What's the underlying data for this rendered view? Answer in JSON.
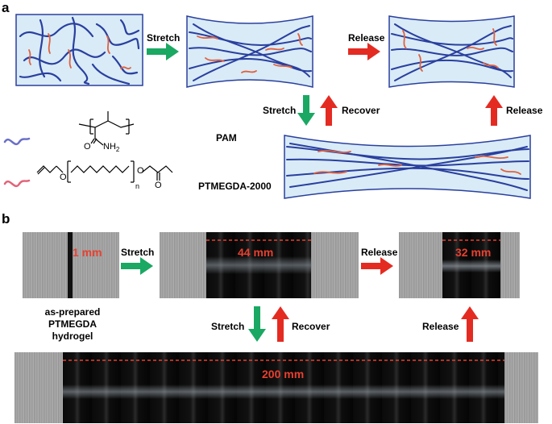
{
  "panels": {
    "a": "a",
    "b": "b"
  },
  "a": {
    "stretch_1": "Stretch",
    "release_1": "Release",
    "stretch_2": "Stretch",
    "recover": "Recover",
    "release_2": "Release",
    "pam_label": "PAM",
    "ptmegda_label": "PTMEGDA-2000",
    "chem_o1": "O",
    "chem_nh2": "NH",
    "chem_nh2_sub": "2",
    "chem_o2": "O",
    "chem_o3": "O",
    "chem_o4": "O",
    "chem_n": "n"
  },
  "b": {
    "gap_1": "1 mm",
    "stretch_1": "Stretch",
    "gap_44": "44 mm",
    "release_1": "Release",
    "gap_32": "32 mm",
    "caption": [
      "as-prepared",
      "PTMEGDA",
      "hydrogel"
    ],
    "stretch_2": "Stretch",
    "recover": "Recover",
    "release_2": "Release",
    "gap_200": "200 mm"
  },
  "colors": {
    "network": "#2a3f9e",
    "crosslinker": "#e0613f",
    "gel_fill": "#d8ebf7",
    "green": "#1aa862",
    "red": "#e42b22"
  }
}
